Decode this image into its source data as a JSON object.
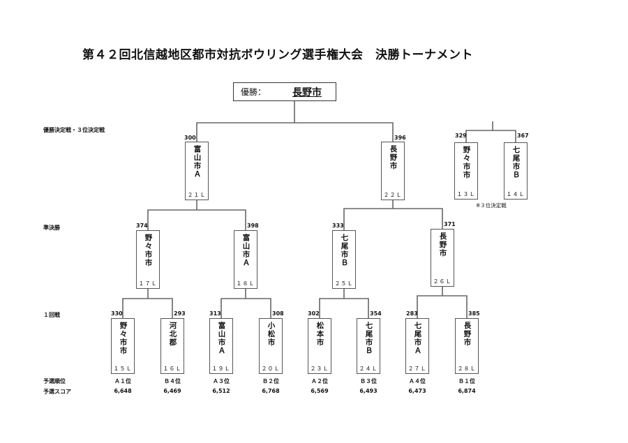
{
  "title": "第４２回北信越地区都市対抗ボウリング選手権大会　決勝トーナメント",
  "winner": {
    "label": "優勝：",
    "name": "長野市"
  },
  "sections": {
    "final": "優勝決定戦・３位決定戦",
    "semifinal": "準決勝",
    "first_round": "１回戦",
    "qual_rank": "予選順位",
    "qual_score": "予選スコア"
  },
  "third_place_note": "※３位決定戦",
  "first_round": [
    {
      "name": "野々市市",
      "lane": "１５Ｌ",
      "score": "330",
      "rank": "Ａ１位",
      "qual_score": "6,648"
    },
    {
      "name": "河北郡",
      "lane": "１６Ｌ",
      "score": "293",
      "rank": "Ｂ４位",
      "qual_score": "6,469"
    },
    {
      "name": "富山市Ａ",
      "lane": "１９Ｌ",
      "score": "313",
      "rank": "Ａ３位",
      "qual_score": "6,512"
    },
    {
      "name": "小松市",
      "lane": "２０Ｌ",
      "score": "308",
      "rank": "Ｂ２位",
      "qual_score": "6,768"
    },
    {
      "name": "松本市",
      "lane": "２３Ｌ",
      "score": "302",
      "rank": "Ａ２位",
      "qual_score": "6,569"
    },
    {
      "name": "七尾市Ｂ",
      "lane": "２４Ｌ",
      "score": "354",
      "rank": "Ｂ３位",
      "qual_score": "6,493"
    },
    {
      "name": "七尾市Ａ",
      "lane": "２７Ｌ",
      "score": "283",
      "rank": "Ａ４位",
      "qual_score": "6,473"
    },
    {
      "name": "長野市",
      "lane": "２８Ｌ",
      "score": "385",
      "rank": "Ｂ１位",
      "qual_score": "6,874"
    }
  ],
  "semifinal": [
    {
      "name": "野々市市",
      "lane": "１７Ｌ",
      "score": "374"
    },
    {
      "name": "富山市Ａ",
      "lane": "１８Ｌ",
      "score": "398"
    },
    {
      "name": "七尾市Ｂ",
      "lane": "２５Ｌ",
      "score": "333"
    },
    {
      "name": "長野市",
      "lane": "２６Ｌ",
      "score": "371"
    }
  ],
  "final": [
    {
      "name": "富山市Ａ",
      "lane": "２１Ｌ",
      "score": "300"
    },
    {
      "name": "長野市",
      "lane": "２２Ｌ",
      "score": "396"
    }
  ],
  "third_place": [
    {
      "name": "野々市市",
      "lane": "１３Ｌ",
      "score": "329"
    },
    {
      "name": "七尾市Ｂ",
      "lane": "１４Ｌ",
      "score": "367"
    }
  ]
}
